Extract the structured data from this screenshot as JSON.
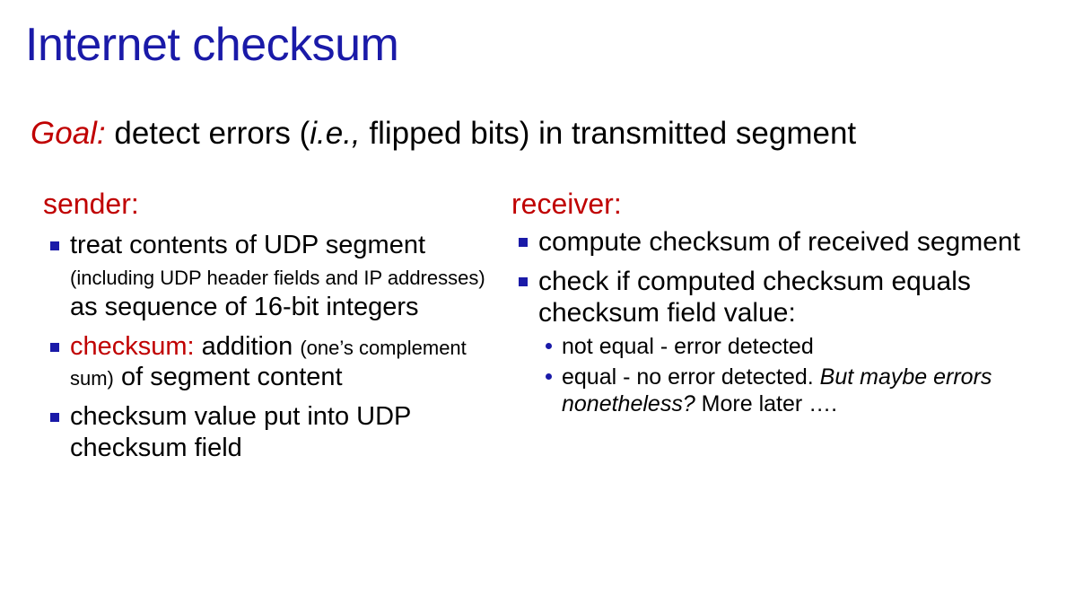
{
  "slide": {
    "title": "Internet checksum",
    "goal": {
      "label": "Goal:",
      "text_before_ie": " detect errors (",
      "ie": "i.e.,",
      "text_after_ie": " flipped bits) in transmitted segment"
    },
    "left_column": {
      "heading": "sender:",
      "items": [
        {
          "part1": "treat contents of UDP segment ",
          "part2_small": "(including UDP header fields and IP addresses)",
          "part3": " as sequence of 16-bit integers"
        },
        {
          "part1_red": "checksum:",
          "part2": " addition ",
          "part3_small": "(one’s complement sum)",
          "part4": " of segment content"
        },
        {
          "part1": "checksum value put into UDP checksum field"
        }
      ]
    },
    "right_column": {
      "heading": "receiver:",
      "items": [
        {
          "text": "compute checksum of received segment"
        },
        {
          "text": "check if computed checksum equals checksum field value:",
          "subitems": [
            {
              "plain": "not equal - error detected"
            },
            {
              "plain_before": "equal - no error detected. ",
              "italic": "But maybe errors nonetheless?",
              "plain_after": " More later …."
            }
          ]
        }
      ]
    }
  },
  "colors": {
    "title": "#1a1aa8",
    "accent_red": "#c00000",
    "bullet": "#1a1aa8",
    "background": "#ffffff"
  }
}
